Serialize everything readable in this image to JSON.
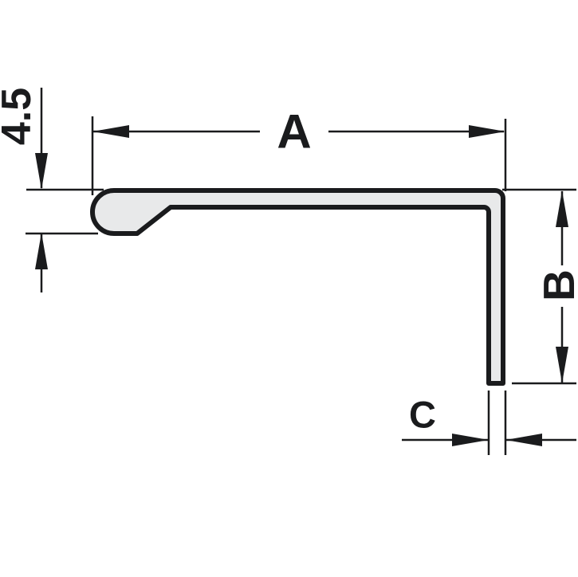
{
  "figure": {
    "labels": {
      "width": "A",
      "lip_thickness": "4.5",
      "height": "B",
      "wall_thickness": "C"
    },
    "colors": {
      "line": "#1a1b1d",
      "profile_fill": "#e8e9ea",
      "background": "#ffffff"
    }
  }
}
